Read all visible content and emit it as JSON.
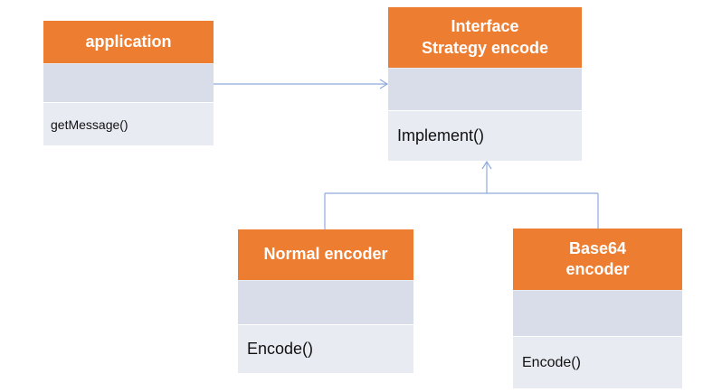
{
  "diagram": {
    "classes": [
      {
        "id": "application",
        "title": "application",
        "attributes": "",
        "operations": "getMessage()"
      },
      {
        "id": "interface",
        "title": "Interface\nStrategy encode",
        "attributes": "",
        "operations": "Implement()"
      },
      {
        "id": "normal",
        "title": "Normal encoder",
        "attributes": "",
        "operations": "Encode()"
      },
      {
        "id": "base64",
        "title": "Base64\nencoder",
        "attributes": "",
        "operations": "Encode()"
      }
    ],
    "colors": {
      "title_bg": "#ed7d31",
      "title_text": "#ffffff",
      "attrs_bg": "#d9dce9",
      "ops_bg": "#e9ebf3",
      "connector": "#8faadc"
    }
  }
}
